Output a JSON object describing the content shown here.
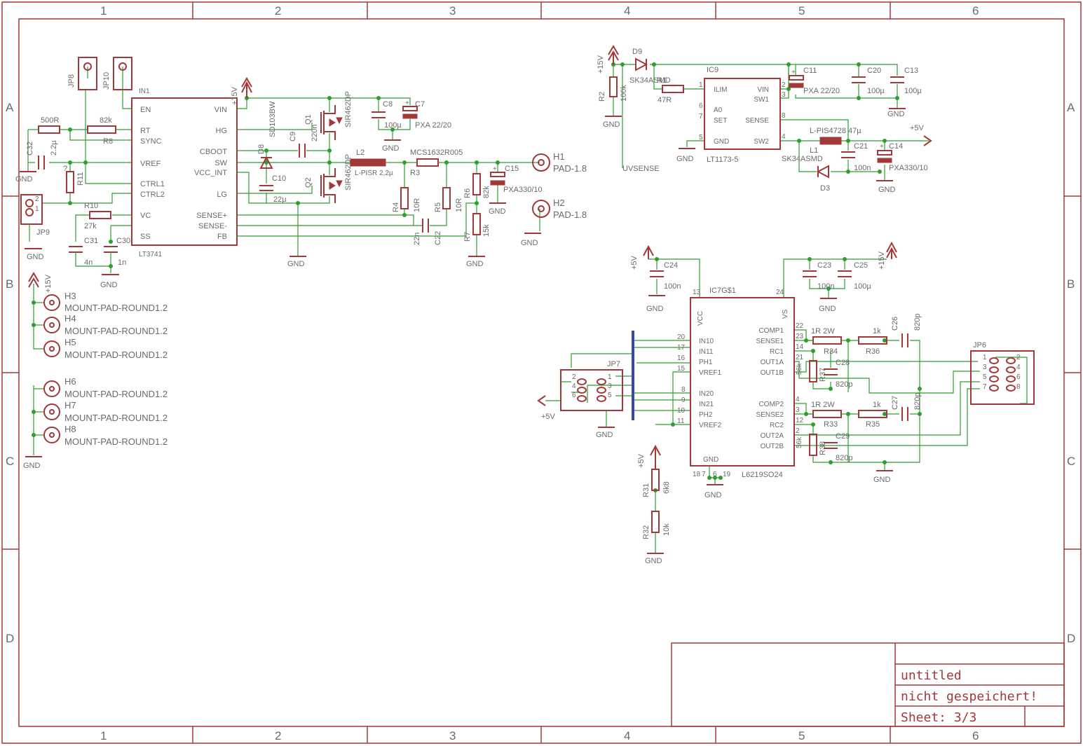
{
  "frame": {
    "columns": [
      "1",
      "2",
      "3",
      "4",
      "5",
      "6"
    ],
    "rows": [
      "A",
      "B",
      "C",
      "D"
    ]
  },
  "title_block": {
    "title": "untitled",
    "status": "nicht gespeichert!",
    "sheet": "Sheet: 3/3"
  },
  "lt3741": {
    "name": "LT3741",
    "top_label": "IN1",
    "left_pins": [
      "EN",
      "RT",
      "SYNC",
      "VREF",
      "CTRL1",
      "CTRL2",
      "VC",
      "SS"
    ],
    "right_pins": [
      "VIN",
      "HG",
      "CBOOT",
      "SW",
      "VCC_INT",
      "LG",
      "SENSE+",
      "SENSE-",
      "FB"
    ]
  },
  "lt1173": {
    "name": "IC9",
    "part": "LT1173-5",
    "left_pins": [
      "ILIM",
      "A0",
      "SET",
      "GND"
    ],
    "right_pins": [
      "VIN",
      "SW1",
      "SENSE",
      "SW2"
    ],
    "pin_numbers": [
      "1",
      "6",
      "7",
      "5",
      "2",
      "3",
      "8",
      "4"
    ]
  },
  "l6219": {
    "name": "IC7G$1",
    "part": "L6219SO24",
    "top_left": "VCC",
    "top_right": "VS",
    "bottom": "GND",
    "left_pins": [
      "IN10",
      "IN11",
      "PH1",
      "VREF1",
      "IN20",
      "IN21",
      "PH2",
      "VREF2"
    ],
    "left_numbers": [
      "20",
      "17",
      "16",
      "15",
      "8",
      "9",
      "10",
      "11"
    ],
    "right_pins": [
      "COMP1",
      "SENSE1",
      "RC1",
      "OUT1A",
      "OUT1B",
      "COMP2",
      "SENSE2",
      "RC2",
      "OUT2A",
      "OUT2B"
    ],
    "right_numbers": [
      "22",
      "23",
      "14",
      "21",
      "",
      "4",
      "3",
      "12",
      "2",
      ""
    ],
    "extra_numbers": [
      "13",
      "24",
      "18",
      "7",
      "6",
      "19"
    ]
  },
  "labels": {
    "jp8": "JP8",
    "jp10": "JP10",
    "jp9": "JP9",
    "jp7": "JP7",
    "jp6": "JP6",
    "r500": "500R",
    "r82k_a": "82k",
    "r8": "R8",
    "c32": "C32",
    "c32v": "2.2µ",
    "r11": "R11",
    "r11v": "?",
    "r10": "R10",
    "r10v": "27k",
    "c31": "C31",
    "c31v": "4n",
    "c30": "C30",
    "c30v": "1n",
    "gnd": "GND",
    "p15v": "+15V",
    "p5v": "+5V",
    "d8": "D8",
    "d8v": "SD103BW",
    "c9": "C9",
    "c9v": "220n",
    "c10": "C10",
    "c10v": "22µ",
    "q1": "Q1",
    "q2": "Q2",
    "sir": "SIR462DP",
    "c8": "C8",
    "c8v": "100µ",
    "c7": "C7",
    "c7v": "PXA 22/20",
    "l2": "L2",
    "l2v": "L-PISR 2,2µ",
    "r3": "R3",
    "r3v": "MCS1632R005",
    "r4": "R4",
    "r4v": "10R",
    "r5": "R5",
    "r5v": "10R",
    "c22": "C22",
    "c22v": "22n",
    "r6": "R6",
    "r6v": "82k",
    "r7": "R7",
    "r7v": "15k",
    "c15": "C15",
    "c15v": "PXA330/10",
    "h1": "H1",
    "h2": "H2",
    "pad18": "PAD-1.8",
    "h3": "H3",
    "h4": "H4",
    "h5": "H5",
    "h6": "H6",
    "h7": "H7",
    "h8": "H8",
    "mount": "MOUNT-PAD-ROUND1.2",
    "d9": "D9",
    "d9v": "SK34ASMD",
    "r2": "R2",
    "r2v": "100k",
    "r1": "R1",
    "r1v": "47R",
    "uvsense": "UVSENSE",
    "c11": "C11",
    "c11v": "PXA 22/20",
    "c20": "C20",
    "c20v": "100µ",
    "c13": "C13",
    "c13v": "100µ",
    "l1": "L1",
    "l1v": "L-PIS4728 47µ",
    "c21": "C21",
    "c21v": "100n",
    "c14": "C14",
    "c14v": "PXA330/10",
    "d3": "D3",
    "d3v": "SK34ASMD",
    "c24": "C24",
    "c24v": "100n",
    "c23": "C23",
    "c23v": "100n",
    "c25": "C25",
    "c25v": "100µ",
    "r34": "R34",
    "r34v": "1R 2W",
    "r36": "R36",
    "r36v": "1k",
    "c26": "C26",
    "c26v": "820p",
    "r37": "R37",
    "r37v": "56k",
    "c28": "C28",
    "c28v": "820p",
    "r33": "R33",
    "r33v": "1R 2W",
    "r35": "R35",
    "r35v": "1k",
    "c27": "C27",
    "c27v": "820p",
    "r38": "R38",
    "r38v": "56k",
    "c29": "C29",
    "c29v": "820p",
    "r31": "R31",
    "r31v": "6k8",
    "r32": "R32",
    "r32v": "10k"
  },
  "jp7_pins": [
    "2",
    "4",
    "6",
    "1",
    "3",
    "5"
  ],
  "jp6_pins": [
    "1",
    "3",
    "5",
    "7",
    "2",
    "4",
    "6",
    "8"
  ]
}
